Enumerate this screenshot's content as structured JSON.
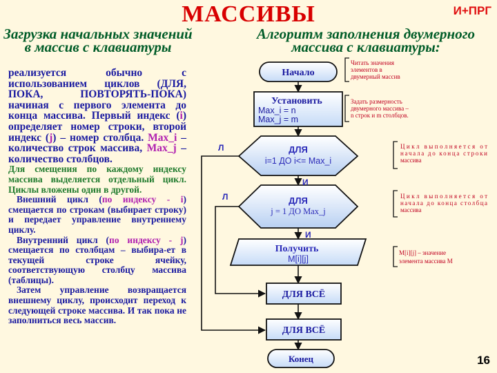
{
  "title": "МАССИВЫ",
  "logo": "И+ПРГ",
  "page_number": "16",
  "left": {
    "subtitle": "Загрузка начальных значений в массив с клавиатуры",
    "p1_a": "реализуется обычно с использованием циклов (",
    "p1_loops": "ДЛЯ, ПОКА, ПОВТОРЯТЬ-ПОКА",
    "p1_b": ") начиная с первого элемента до конца массива. Первый индекс (",
    "p1_i": "i",
    "p1_c": ") определяет номер строки, второй индекс (",
    "p1_j": "j",
    "p1_d": ") – номер столбца. ",
    "p1_maxi": "Max_i",
    "p1_e": " – количество строк массива, ",
    "p1_maxj": "Max_j",
    "p1_f": " – количество столбцов.",
    "p2": "Для смещения по каждому индексу массива выделяется отдельный цикл. Циклы вложены один в другой.",
    "p3_a": "Внешний цикл (",
    "p3_hl": "по индексу - i",
    "p3_b": ") смещается по строкам (выбирает строку) и передает управление внутреннему циклу.",
    "p4_a": "Внутренний цикл (",
    "p4_hl": "по индексу - j",
    "p4_b": ") смещается по столбцам – выбира-ет в текущей строке ячейку, соответствующую столбцу массива (таблицы).",
    "p5": "Затем управление возвращается внешнему циклу, происходит переход к следующей строке массива. И так пока не заполниться весь массив."
  },
  "right": {
    "subtitle": "Алгоритм заполнения двумерного массива с клавиатуры:"
  },
  "flowchart": {
    "start": "Начало",
    "set_title": "Установить",
    "set_line1": "Max_i = n",
    "set_line2": "Max_j = m",
    "loop1_title": "ДЛЯ",
    "loop1_expr": "i=1  ДО i<= Max_i",
    "loop2_title": "ДЛЯ",
    "loop2_expr": "j = 1 ДО Max_j",
    "get_title": "Получить",
    "get_expr": "M[i][j]",
    "end_loop2": "ДЛЯ ВСЁ",
    "end_loop1": "ДЛЯ ВСЁ",
    "end": "Конец",
    "false_label": "Л",
    "true_label": "И"
  },
  "notes": {
    "n1": [
      "Читать значения",
      "элементов в",
      "двумерный массив"
    ],
    "n2": [
      "Задать размерность",
      "двумерного массива –",
      "n строк и m столбцов."
    ],
    "n3": [
      "Цикл выполняется от",
      "начала до конца строки",
      "массива"
    ],
    "n4": [
      "Цикл выполняется от",
      "начала до конца столбца",
      "массива"
    ],
    "n5": [
      "M[i][j] – значение",
      "элемента массива М"
    ]
  },
  "colors": {
    "title": "#D80000",
    "subtitle": "#005C28",
    "text": "#1A1AA0",
    "text_green": "#1F7A2C",
    "highlight": "#B020B0",
    "note": "#C00020",
    "flow_text": "#2A2AB8"
  }
}
